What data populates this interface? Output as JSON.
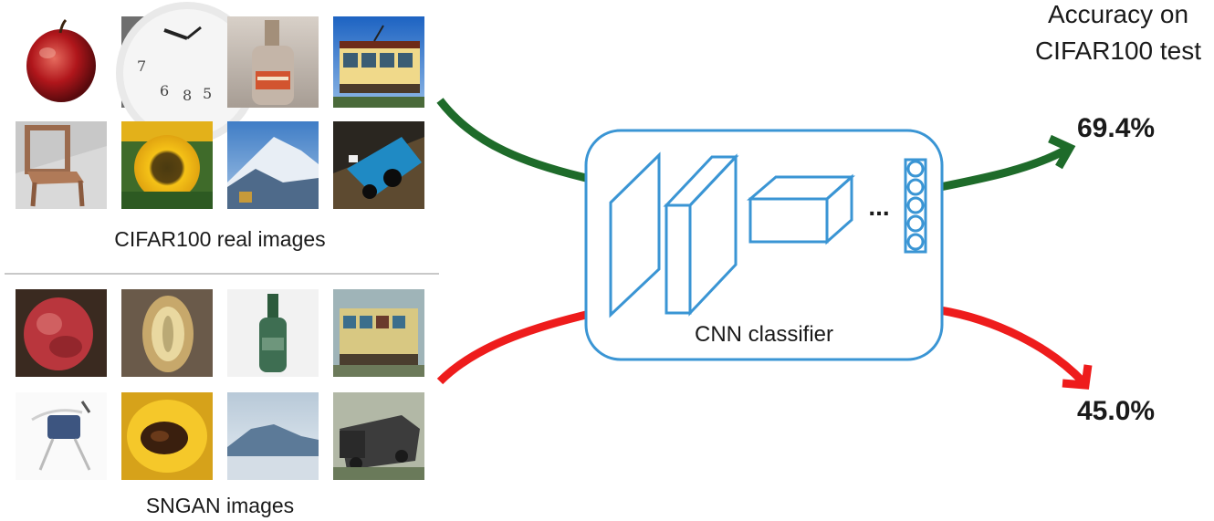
{
  "accuracy_header": {
    "line1": "Accuracy on",
    "line2": "CIFAR100 test"
  },
  "real_images": {
    "caption": "CIFAR100 real images",
    "thumbnails": [
      "apple",
      "clock",
      "bottle",
      "streetcar",
      "chair",
      "sunflower",
      "mountain",
      "train"
    ]
  },
  "gan_images": {
    "caption": "SNGAN images",
    "thumbnails": [
      "apple",
      "pear",
      "bottle",
      "streetcar",
      "chair",
      "sunflower",
      "mountain",
      "train"
    ]
  },
  "classifier": {
    "label": "CNN classifier",
    "ellipsis": "..."
  },
  "results": {
    "real_accuracy": "69.4%",
    "gan_accuracy": "45.0%"
  },
  "colors": {
    "real_arrow": "#1e6b2a",
    "gan_arrow": "#ee1c1c",
    "cnn_stroke": "#3a95d4"
  }
}
